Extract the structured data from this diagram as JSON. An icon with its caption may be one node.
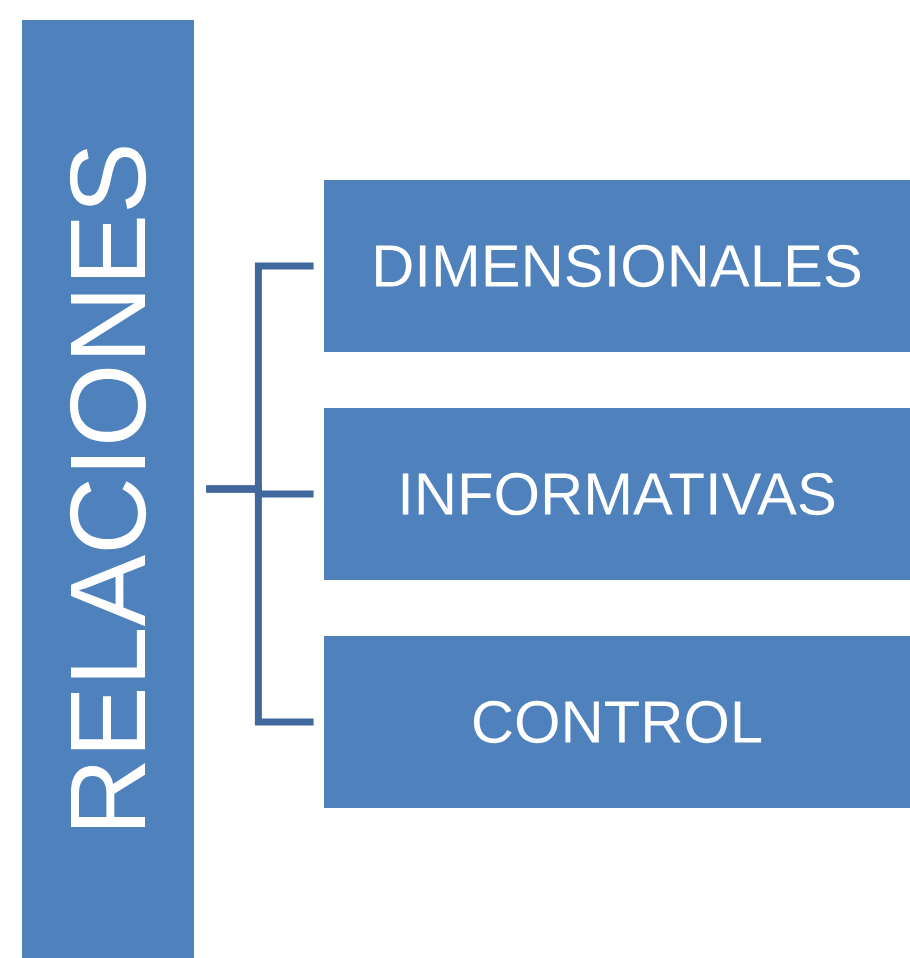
{
  "diagram": {
    "nodes": [
      {
        "text": [
          "RELACIONES"
        ]
      },
      {
        "text": [
          "DIMENSIONALES"
        ]
      },
      {
        "text": [
          "INFORMATIVAS"
        ]
      },
      {
        "text": [
          "CONTROL"
        ]
      }
    ],
    "edges": [
      {
        "from": 0,
        "to": 1,
        "arrow": "none"
      },
      {
        "from": 0,
        "to": 2,
        "arrow": "none"
      },
      {
        "from": 0,
        "to": 3,
        "arrow": "none"
      }
    ]
  }
}
